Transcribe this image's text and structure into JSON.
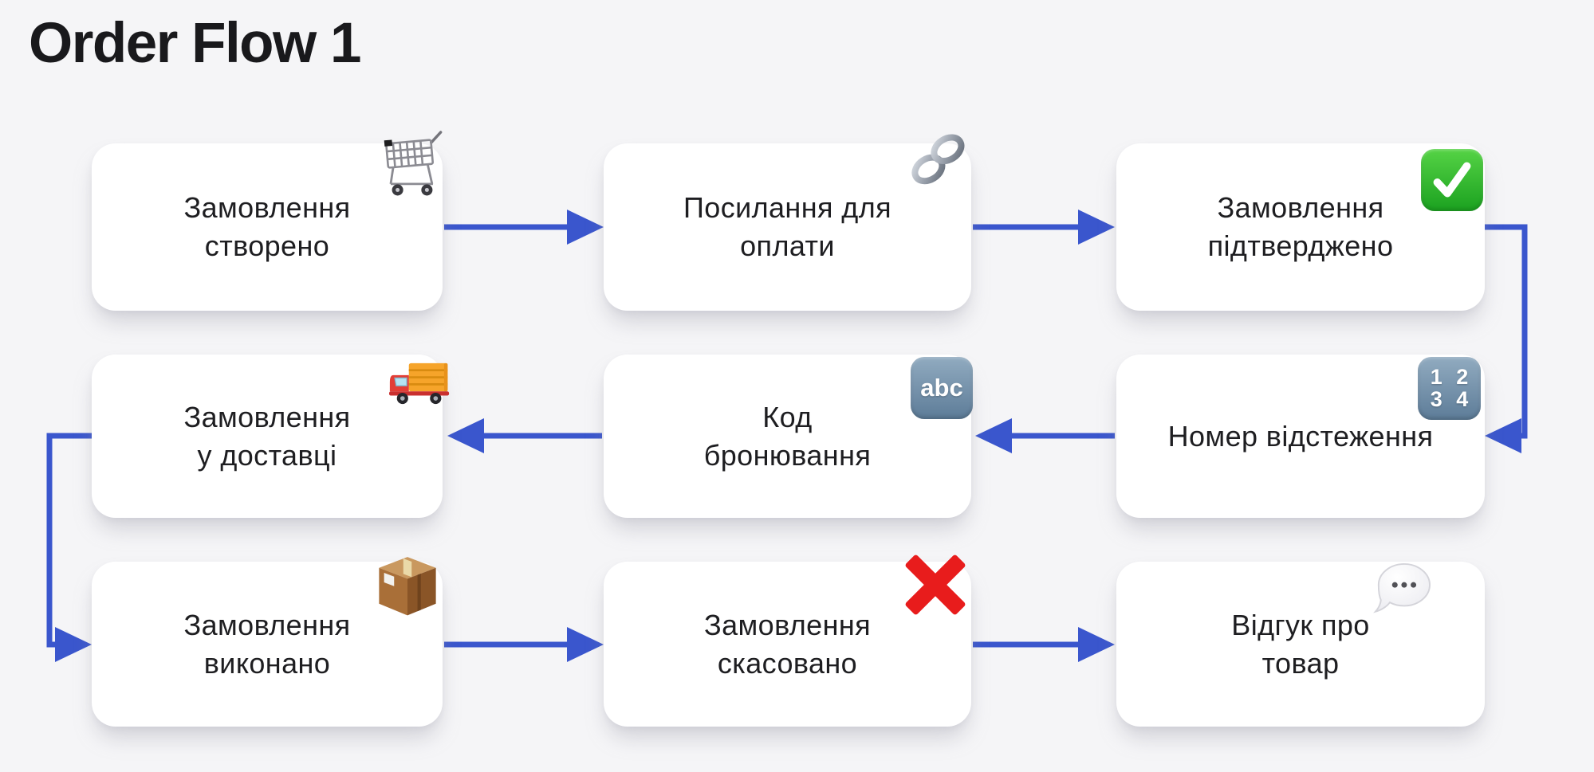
{
  "title": "Order Flow 1",
  "colors": {
    "background": "#f5f5f7",
    "box": "#ffffff",
    "text": "#1e1e21",
    "title": "#19191c",
    "arrow": "#3a56cd",
    "check_green": "#27b42a",
    "cross_red": "#e81c1c",
    "badge_blue_gray": "#6d89a3"
  },
  "nodes": [
    {
      "label": "Замовлення\nстворено",
      "icon": "shopping-cart-icon"
    },
    {
      "label": "Посилання для\nоплати",
      "icon": "link-icon"
    },
    {
      "label": "Замовлення\nпідтверджено",
      "icon": "check-mark-button-icon"
    },
    {
      "label": "Замовлення\nу доставці",
      "icon": "delivery-truck-icon"
    },
    {
      "label": "Код\nбронювання",
      "icon": "input-latin-letters-icon"
    },
    {
      "label": "Номер відстеження",
      "icon": "input-numbers-icon"
    },
    {
      "label": "Замовлення\nвиконано",
      "icon": "package-icon"
    },
    {
      "label": "Замовлення\nскасовано",
      "icon": "cross-mark-icon"
    },
    {
      "label": "Відгук про\nтовар",
      "icon": "speech-balloon-icon"
    }
  ],
  "badges": {
    "abc": "abc",
    "numbers_top": "1 2",
    "numbers_bottom": "3 4"
  }
}
